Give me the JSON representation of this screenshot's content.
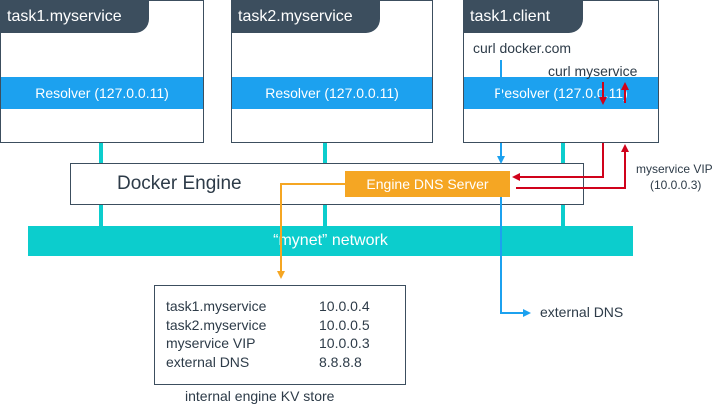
{
  "tasks": [
    {
      "name": "task1.myservice",
      "resolver": "Resolver (127.0.0.11)"
    },
    {
      "name": "task2.myservice",
      "resolver": "Resolver (127.0.0.11)"
    },
    {
      "name": "task1.client",
      "resolver": "Resolver (127.0.0.11)"
    }
  ],
  "client": {
    "curl_external": "curl docker.com",
    "curl_service": "curl myservice"
  },
  "engine": {
    "label": "Docker Engine",
    "dns_server": "Engine DNS Server"
  },
  "vip_note": {
    "line1": "myservice VIP",
    "line2": "(10.0.0.3)"
  },
  "network": {
    "label": "“mynet” network"
  },
  "kv_store": {
    "caption": "internal engine KV store",
    "rows": [
      {
        "name": "task1.myservice",
        "ip": "10.0.0.4"
      },
      {
        "name": "task2.myservice",
        "ip": "10.0.0.5"
      },
      {
        "name": "myservice VIP",
        "ip": "10.0.0.3"
      },
      {
        "name": "external DNS",
        "ip": "8.8.8.8"
      }
    ]
  },
  "external_dns": {
    "label": "external DNS"
  },
  "colors": {
    "dark": "#3c4e5e",
    "blue": "#1ca1ef",
    "teal": "#0ccdcd",
    "orange": "#f5a623",
    "red": "#d0021b"
  }
}
